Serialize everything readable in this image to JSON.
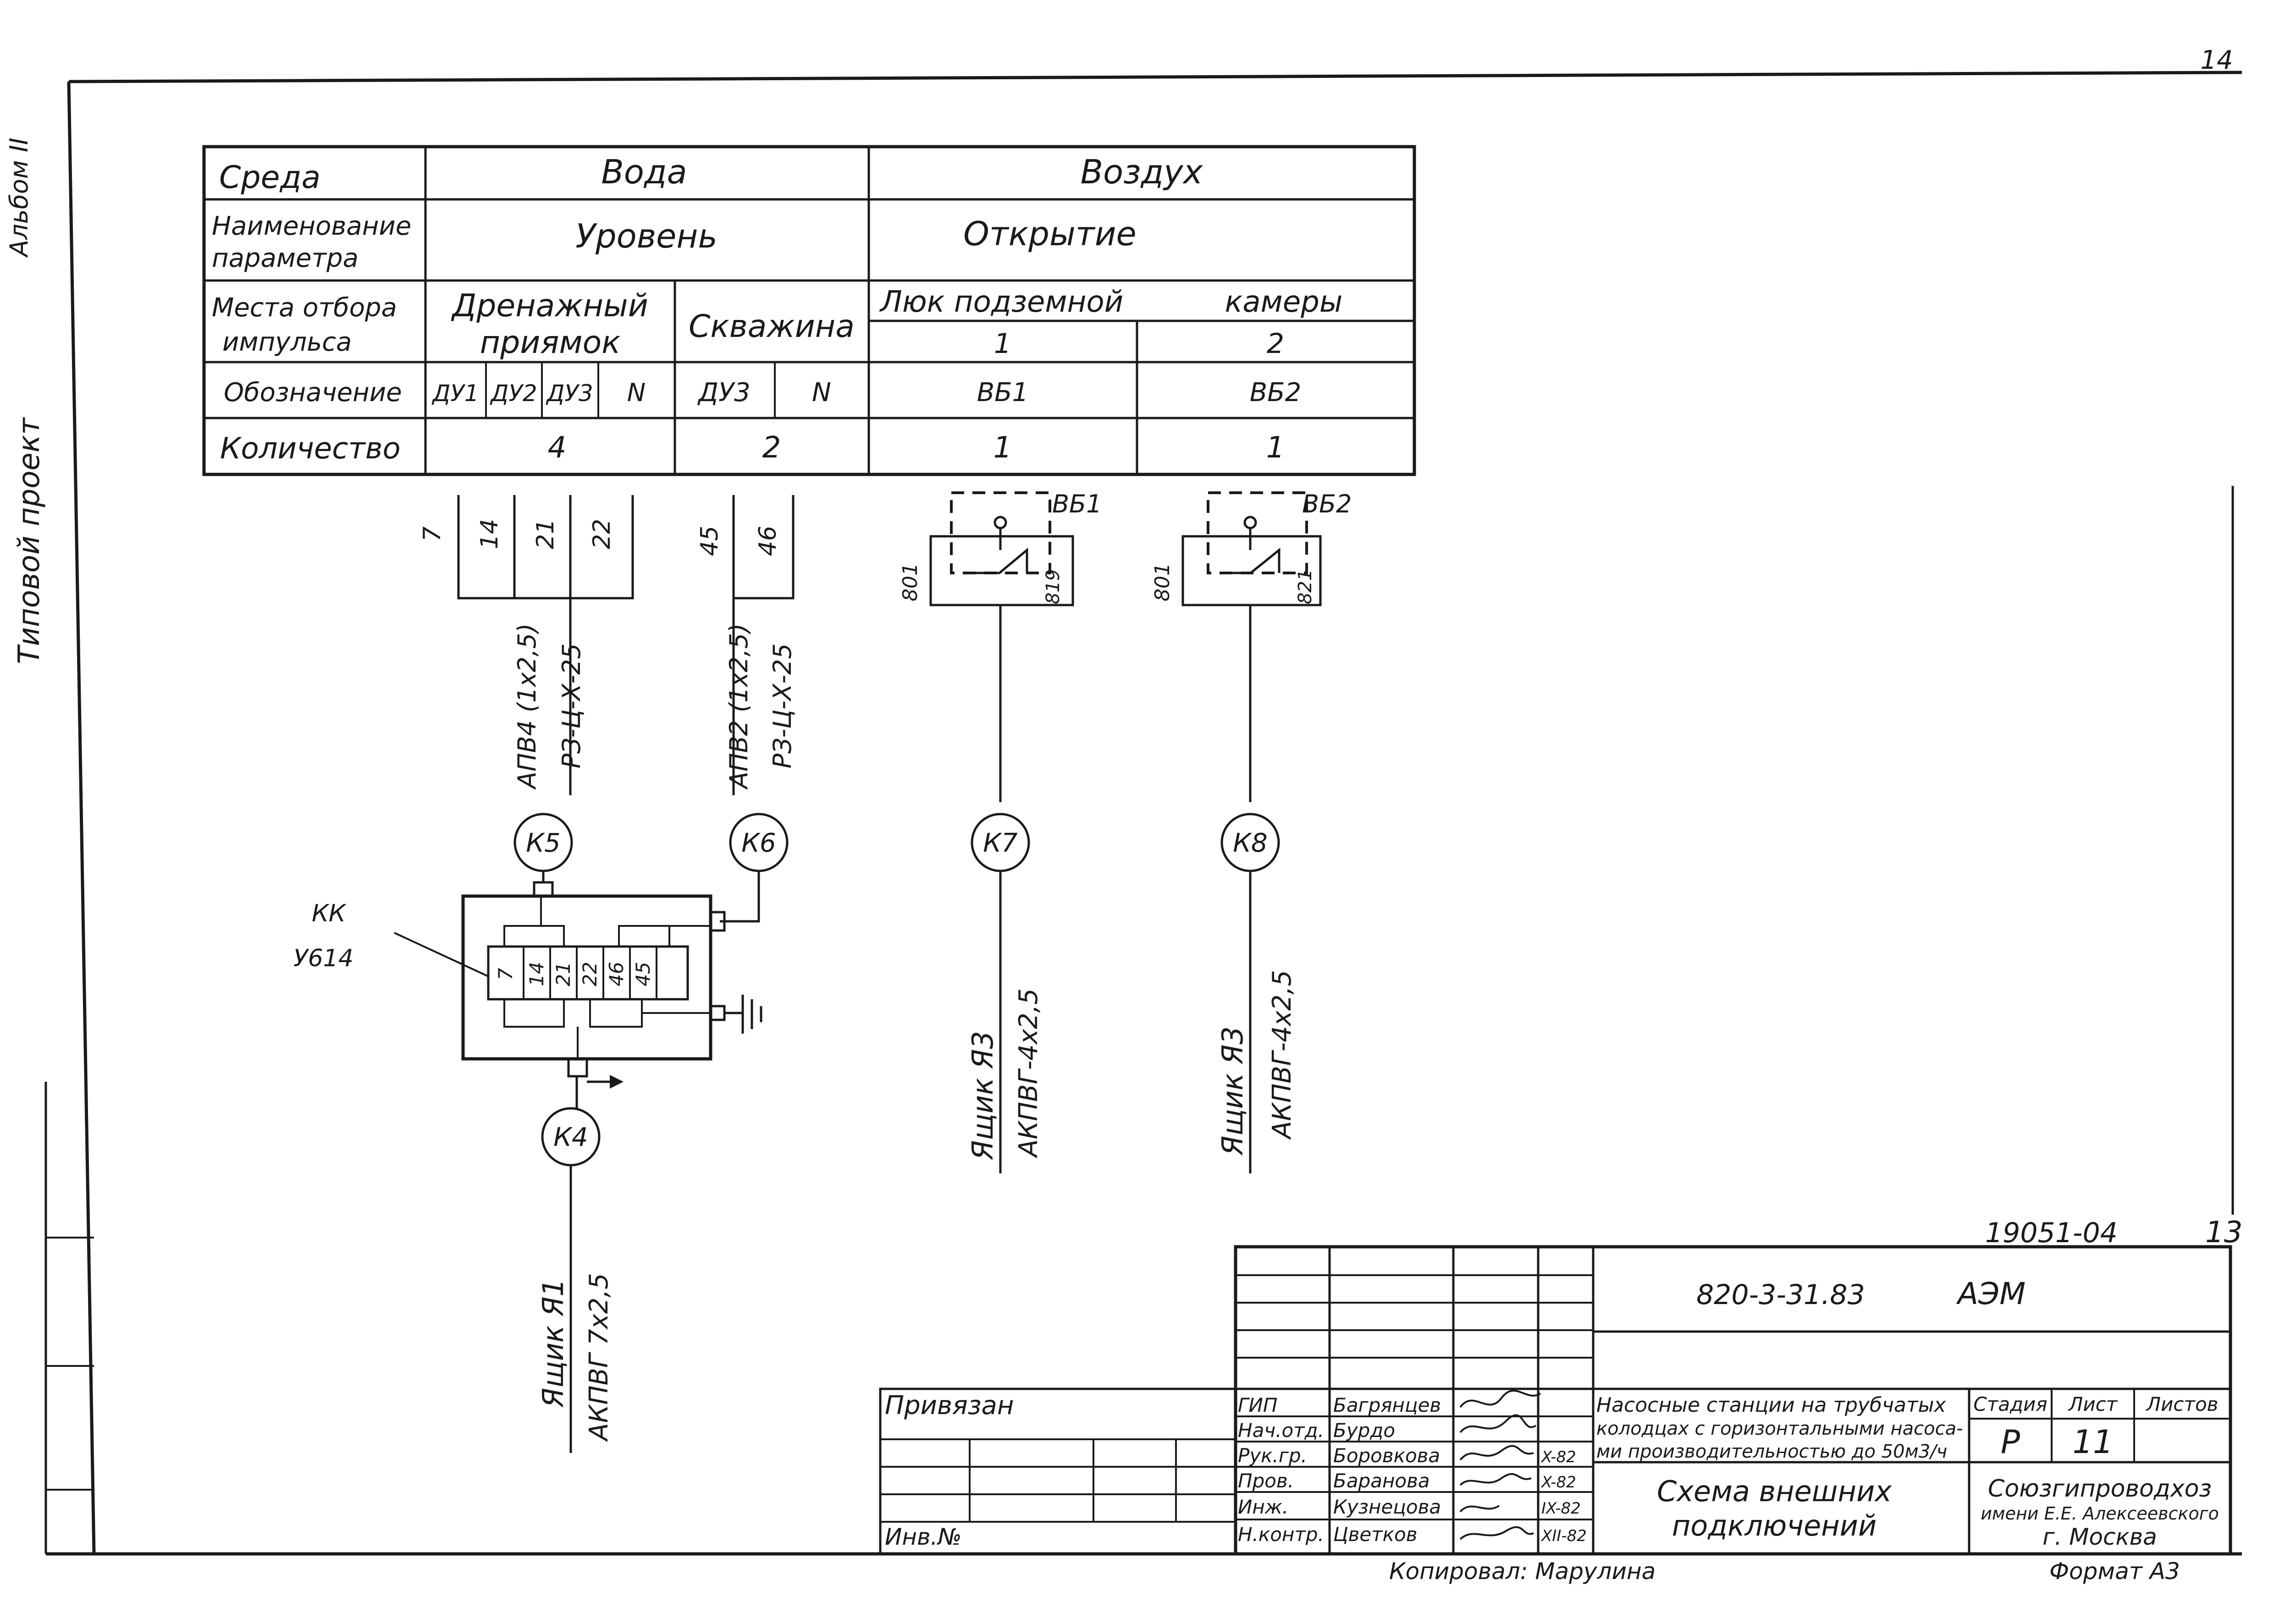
{
  "sheet_corner": "14",
  "doc_number": "19051-04",
  "doc_page": "13",
  "left_margin_text": "Типовой проект",
  "left_margin_top": "Альбом II",
  "parameters_table": {
    "row_labels": {
      "medium": "Среда",
      "param_1": "Наименование",
      "param_2": "параметра",
      "place_1": "Места отбора",
      "place_2": "импульса",
      "designation": "Обозначение",
      "quantity": "Количество"
    },
    "medium_water": "Вода",
    "medium_air": "Воздух",
    "param_level": "Уровень",
    "param_opening": "Открытие",
    "place_drain_1": "Дренажный",
    "place_drain_2": "приямок",
    "place_well": "Скважина",
    "place_hatch_1": "Люк подземной",
    "place_hatch_2": "камеры",
    "hatch_num_1": "1",
    "hatch_num_2": "2",
    "designations": [
      "ДУ1",
      "ДУ2",
      "ДУ3",
      "N",
      "ДУ3",
      "N",
      "ВБ1",
      "ВБ2"
    ],
    "quantities": [
      "4",
      "2",
      "1",
      "1"
    ]
  },
  "diagram": {
    "terminals_a": [
      "7",
      "14",
      "21",
      "22"
    ],
    "terminals_b": [
      "45",
      "46"
    ],
    "switch_1": {
      "label": "ВБ1",
      "left": "801",
      "right": "819"
    },
    "switch_2": {
      "label": "ВБ2",
      "left": "801",
      "right": "821"
    },
    "cable_k5_1": "АПВ4 (1х2,5)",
    "cable_k5_2": "РЗ-Ц-Х-25",
    "cable_k6_1": "АПВ2 (1х2,5)",
    "cable_k6_2": "РЗ-Ц-Х-25",
    "node_k5": "К5",
    "node_k6": "К6",
    "node_k7": "К7",
    "node_k8": "К8",
    "node_k4": "К4",
    "box_label_1": "КК",
    "box_label_2": "У614",
    "box_terminals": [
      "7",
      "14",
      "21",
      "22",
      "46",
      "45"
    ],
    "k7_cable_1": "Ящик Я3",
    "k7_cable_2": "АКПВГ-4х2,5",
    "k8_cable_1": "Ящик Я3",
    "k8_cable_2": "АКПВГ-4х2,5",
    "k4_cable_1": "Ящик Я1",
    "k4_cable_2": "АКПВГ 7х2,5"
  },
  "title_block": {
    "code": "820-3-31.83",
    "section": "АЭМ",
    "bound_label": "Привязан",
    "inv_label": "Инв.№",
    "roles": [
      "ГИП",
      "Нач.отд.",
      "Рук.гр.",
      "Пров.",
      "Инж.",
      "Н.контр."
    ],
    "names": [
      "Багрянцев",
      "Бурдо",
      "Боровкова",
      "Баранова",
      "Кузнецова",
      "Цветков"
    ],
    "dates": [
      "",
      "",
      "X-82",
      "X-82",
      "IX-82",
      "XII-82"
    ],
    "project_title_1": "Насосные станции на трубчатых",
    "project_title_2": "колодцах с горизонтальными насоса-",
    "project_title_3": "ми производительностью до 50м3/ч",
    "sheet_title_1": "Схема внешних",
    "sheet_title_2": "подключений",
    "stage_label": "Стадия",
    "sheet_label": "Лист",
    "sheets_label": "Листов",
    "stage_value": "Р",
    "sheet_value": "11",
    "sheets_value": "",
    "org_1": "Союзгипроводхоз",
    "org_2": "имени Е.Е. Алексеевского",
    "org_3": "г. Москва",
    "copied_by": "Копировал: Марулина",
    "format": "Формат А3"
  }
}
